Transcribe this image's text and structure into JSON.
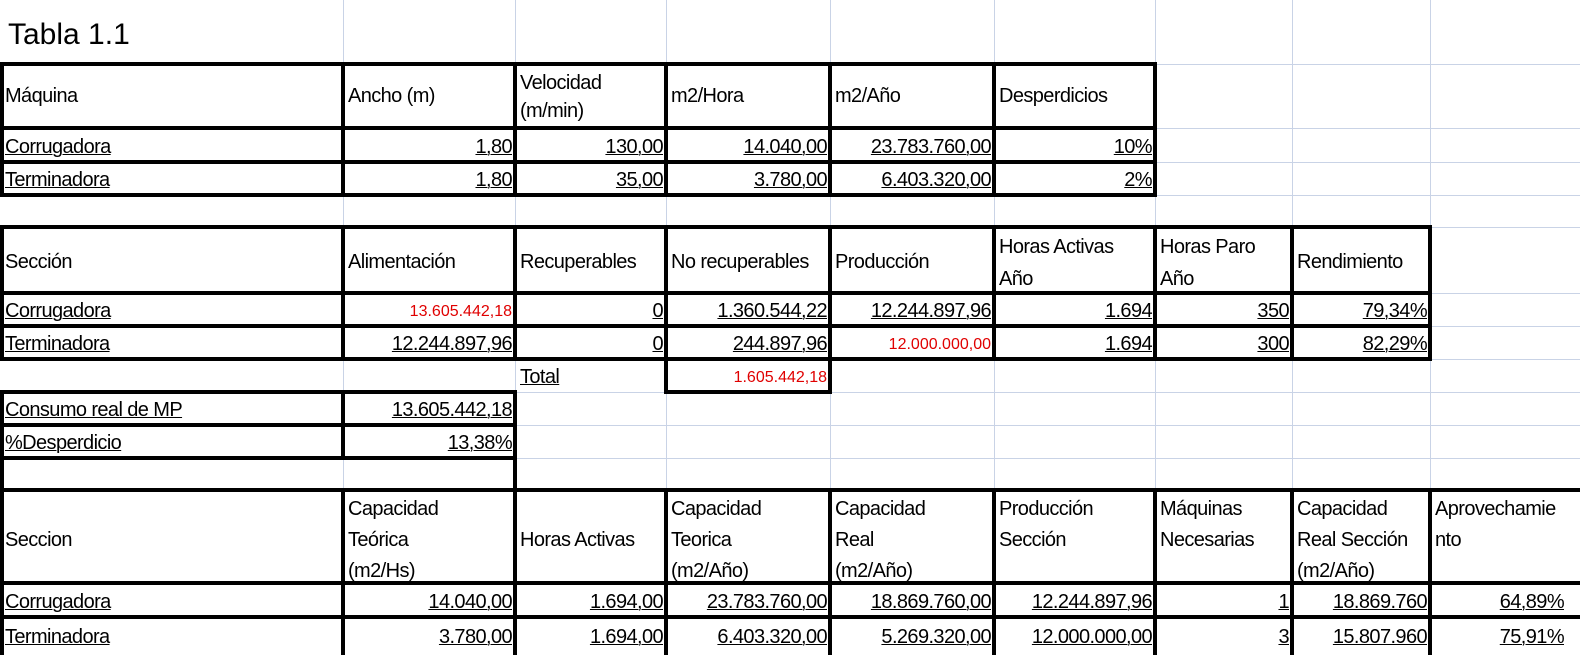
{
  "title": "Tabla 1.1",
  "table1": {
    "headers": [
      "Máquina",
      "Ancho (m)",
      "Velocidad (m/min)",
      "m2/Hora",
      "m2/Año",
      "Desperdicios"
    ],
    "rows": [
      [
        "Corrugadora",
        "1,80",
        "130,00",
        "14.040,00",
        "23.783.760,00",
        "10%"
      ],
      [
        "Terminadora",
        "1,80",
        "35,00",
        "3.780,00",
        "6.403.320,00",
        "2%"
      ]
    ]
  },
  "table2": {
    "headers": [
      "Sección",
      "Alimentación",
      "Recuperables",
      "No recuperables",
      "Producción",
      "Horas Activas Año",
      "Horas Paro Año",
      "Rendimiento"
    ],
    "rows": [
      [
        "Corrugadora",
        "13.605.442,18",
        "0",
        "1.360.544,22",
        "12.244.897,96",
        "1.694",
        "350",
        "79,34%"
      ],
      [
        "Terminadora",
        "12.244.897,96",
        "0",
        "244.897,96",
        "12.000.000,00",
        "1.694",
        "300",
        "82,29%"
      ]
    ],
    "total_label": "Total",
    "total_value": "1.605.442,18"
  },
  "summary": {
    "consumo_label": "Consumo real de MP",
    "consumo_value": "13.605.442,18",
    "desperdicio_label": "%Desperdicio",
    "desperdicio_value": "13,38%"
  },
  "table3": {
    "headers": [
      "Seccion",
      "Capacidad Teórica (m2/Hs)",
      "Horas Activas",
      "Capacidad Teorica (m2/Año)",
      "Capacidad Real (m2/Año)",
      "Producción Sección",
      "Máquinas Necesarias",
      "Capacidad Real Sección (m2/Año)",
      "Aprovechamiento"
    ],
    "rows": [
      [
        "Corrugadora",
        "14.040,00",
        "1.694,00",
        "23.783.760,00",
        "18.869.760,00",
        "12.244.897,96",
        "1",
        "18.869.760",
        "64,89%"
      ],
      [
        "Terminadora",
        "3.780,00",
        "1.694,00",
        "6.403.320,00",
        "5.269.320,00",
        "12.000.000,00",
        "3",
        "15.807.960",
        "75,91%"
      ]
    ]
  },
  "colors": {
    "highlight_text": "#e00000",
    "grid": "#c9d3e6",
    "border": "#000000"
  }
}
